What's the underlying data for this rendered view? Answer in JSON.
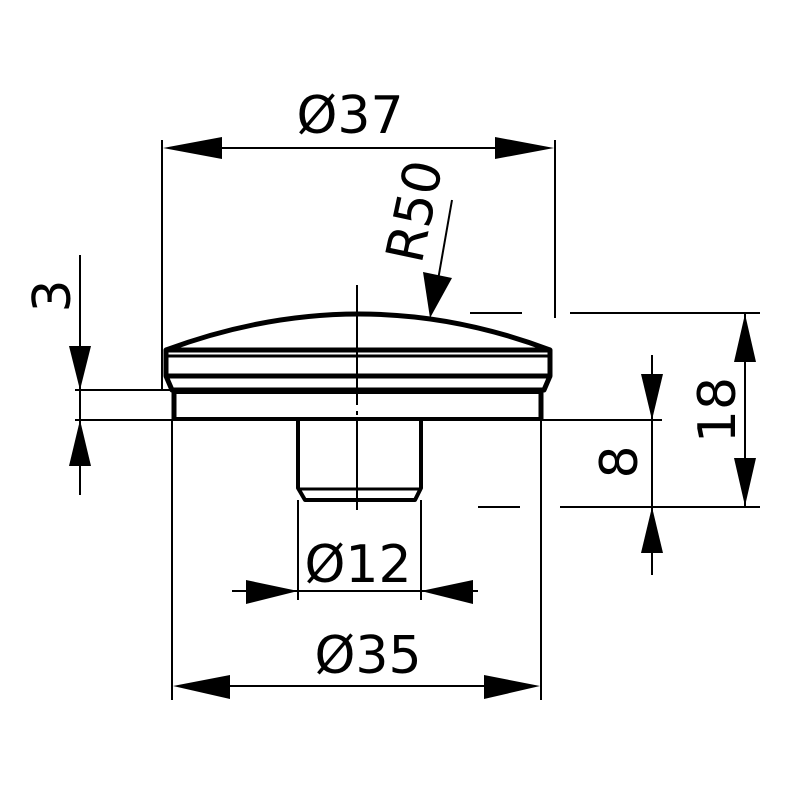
{
  "drawing": {
    "type": "technical-drawing",
    "subject": "cap / knob profile with stem",
    "colors": {
      "line": "#000000",
      "background": "#ffffff"
    },
    "dimensions": {
      "top_diameter": {
        "label": "Ø37",
        "value": 37,
        "kind": "diameter"
      },
      "dome_radius": {
        "label": "R50",
        "value": 50,
        "kind": "radius"
      },
      "flange_thickness": {
        "label": "3",
        "value": 3,
        "kind": "linear"
      },
      "stem_length": {
        "label": "8",
        "value": 8,
        "kind": "linear"
      },
      "overall_height": {
        "label": "18",
        "value": 18,
        "kind": "linear"
      },
      "stem_diameter": {
        "label": "Ø12",
        "value": 12,
        "kind": "diameter"
      },
      "base_diameter": {
        "label": "Ø35",
        "value": 35,
        "kind": "diameter"
      }
    }
  }
}
